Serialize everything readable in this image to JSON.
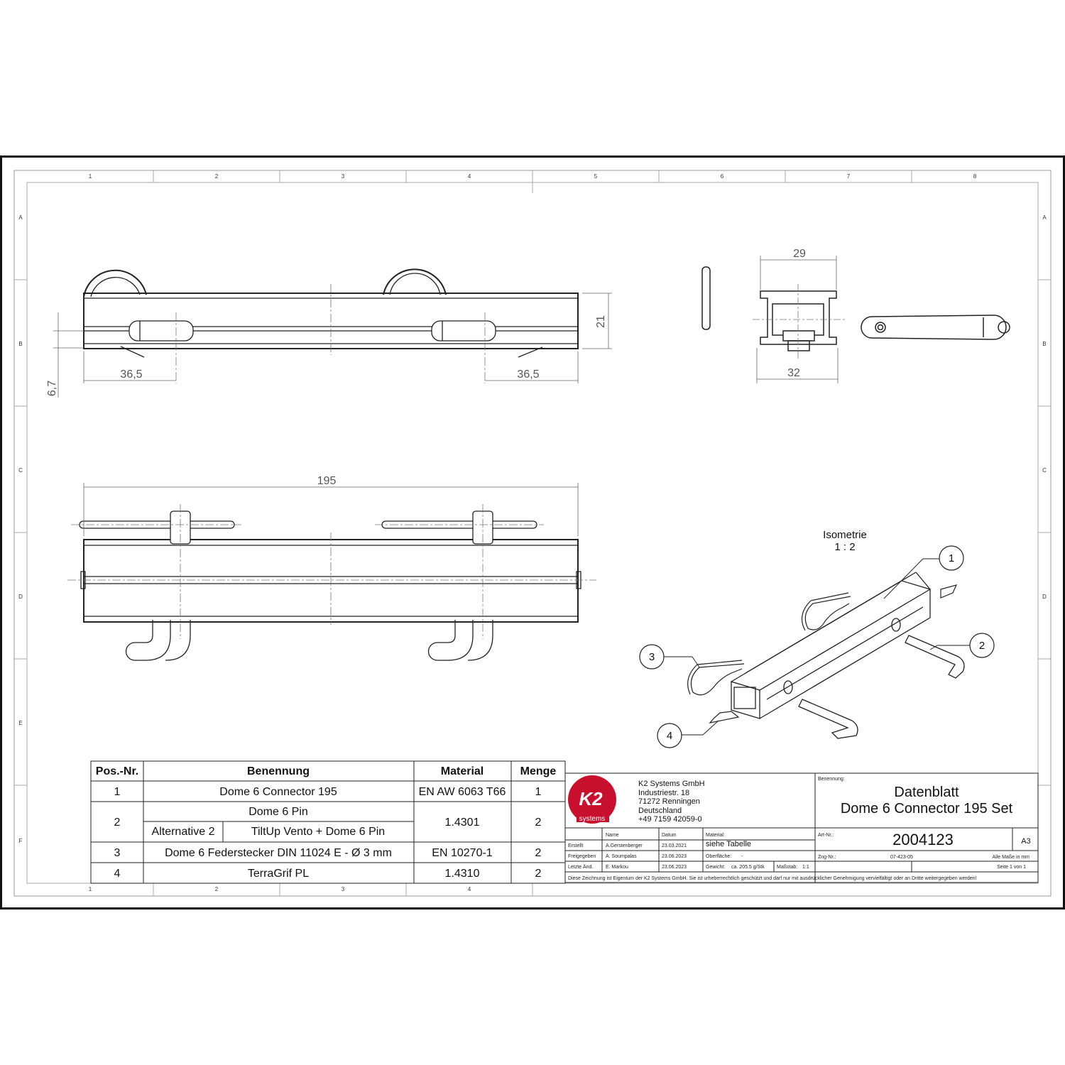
{
  "zones": {
    "columns": [
      "1",
      "2",
      "3",
      "4",
      "5",
      "6",
      "7",
      "8"
    ],
    "rows": [
      "A",
      "B",
      "C",
      "D",
      "E",
      "F"
    ]
  },
  "dimensions": {
    "height_side": "21",
    "offset_left": "36,5",
    "offset_right": "36,5",
    "pin_height": "6,7",
    "length": "195",
    "top_width": "29",
    "bottom_width": "32"
  },
  "isometric": {
    "label": "Isometrie",
    "scale": "1 : 2",
    "callouts": [
      "1",
      "2",
      "3",
      "4"
    ]
  },
  "bom": {
    "headers": [
      "Pos.-Nr.",
      "Benennung",
      "Material",
      "Menge"
    ],
    "rows": [
      {
        "pos": "1",
        "name": "Dome 6 Connector 195",
        "material": "EN AW 6063 T66",
        "qty": "1"
      },
      {
        "pos": "2",
        "name": "Dome 6 Pin",
        "alt_label": "Alternative 2",
        "alt_name": "TiltUp Vento + Dome 6 Pin",
        "material": "1.4301",
        "qty": "2"
      },
      {
        "pos": "3",
        "name": "Dome 6 Federstecker DIN 11024 E - Ø 3 mm",
        "material": "EN 10270-1",
        "qty": "2"
      },
      {
        "pos": "4",
        "name": "TerraGrif PL",
        "material": "1.4310",
        "qty": "2"
      }
    ]
  },
  "title_block": {
    "logo_text": "K2",
    "logo_sub": "systems",
    "company": [
      "K2 Systems GmbH",
      "Industriestr. 18",
      "71272 Renningen",
      "Deutschland",
      "+49 7159 42059-0"
    ],
    "benennung_label": "Benennung:",
    "title_line1": "Datenblatt",
    "title_line2": "Dome 6 Connector 195 Set",
    "col_name": "Name",
    "col_datum": "Datum",
    "rows": [
      {
        "role": "Erstellt",
        "name": "A.Gerstenberger",
        "date": "23.03.2021"
      },
      {
        "role": "Freigegeben",
        "name": "A. Soumpalas",
        "date": "23.06.2023"
      },
      {
        "role": "Letzte Änd.",
        "name": "E. Markou",
        "date": "23.06.2023"
      }
    ],
    "material_label": "Material:",
    "material_value": "siehe Tabelle",
    "surface_label": "Oberfläche:",
    "surface_value": "-",
    "weight_label": "Gewicht:",
    "weight_value": "ca. 205.5 g/Stk",
    "scale_label": "Maßstab:",
    "scale_value": "1:1",
    "art_label": "Art-Nr.:",
    "art_value": "2004123",
    "format": "A3",
    "zng_label": "Zng-Nr.:",
    "zng_value": "07-423-05",
    "units_note": "Alle Maße in mm",
    "page_note": "Seite 1 von 1",
    "copyright": "Diese Zeichnung ist Eigentum der K2 Systems GmbH. Sie ist urheberrechtlich geschützt und darf nur mit ausdrücklicher Genehmigung vervielfältigt oder an Dritte weitergegeben werden!"
  }
}
